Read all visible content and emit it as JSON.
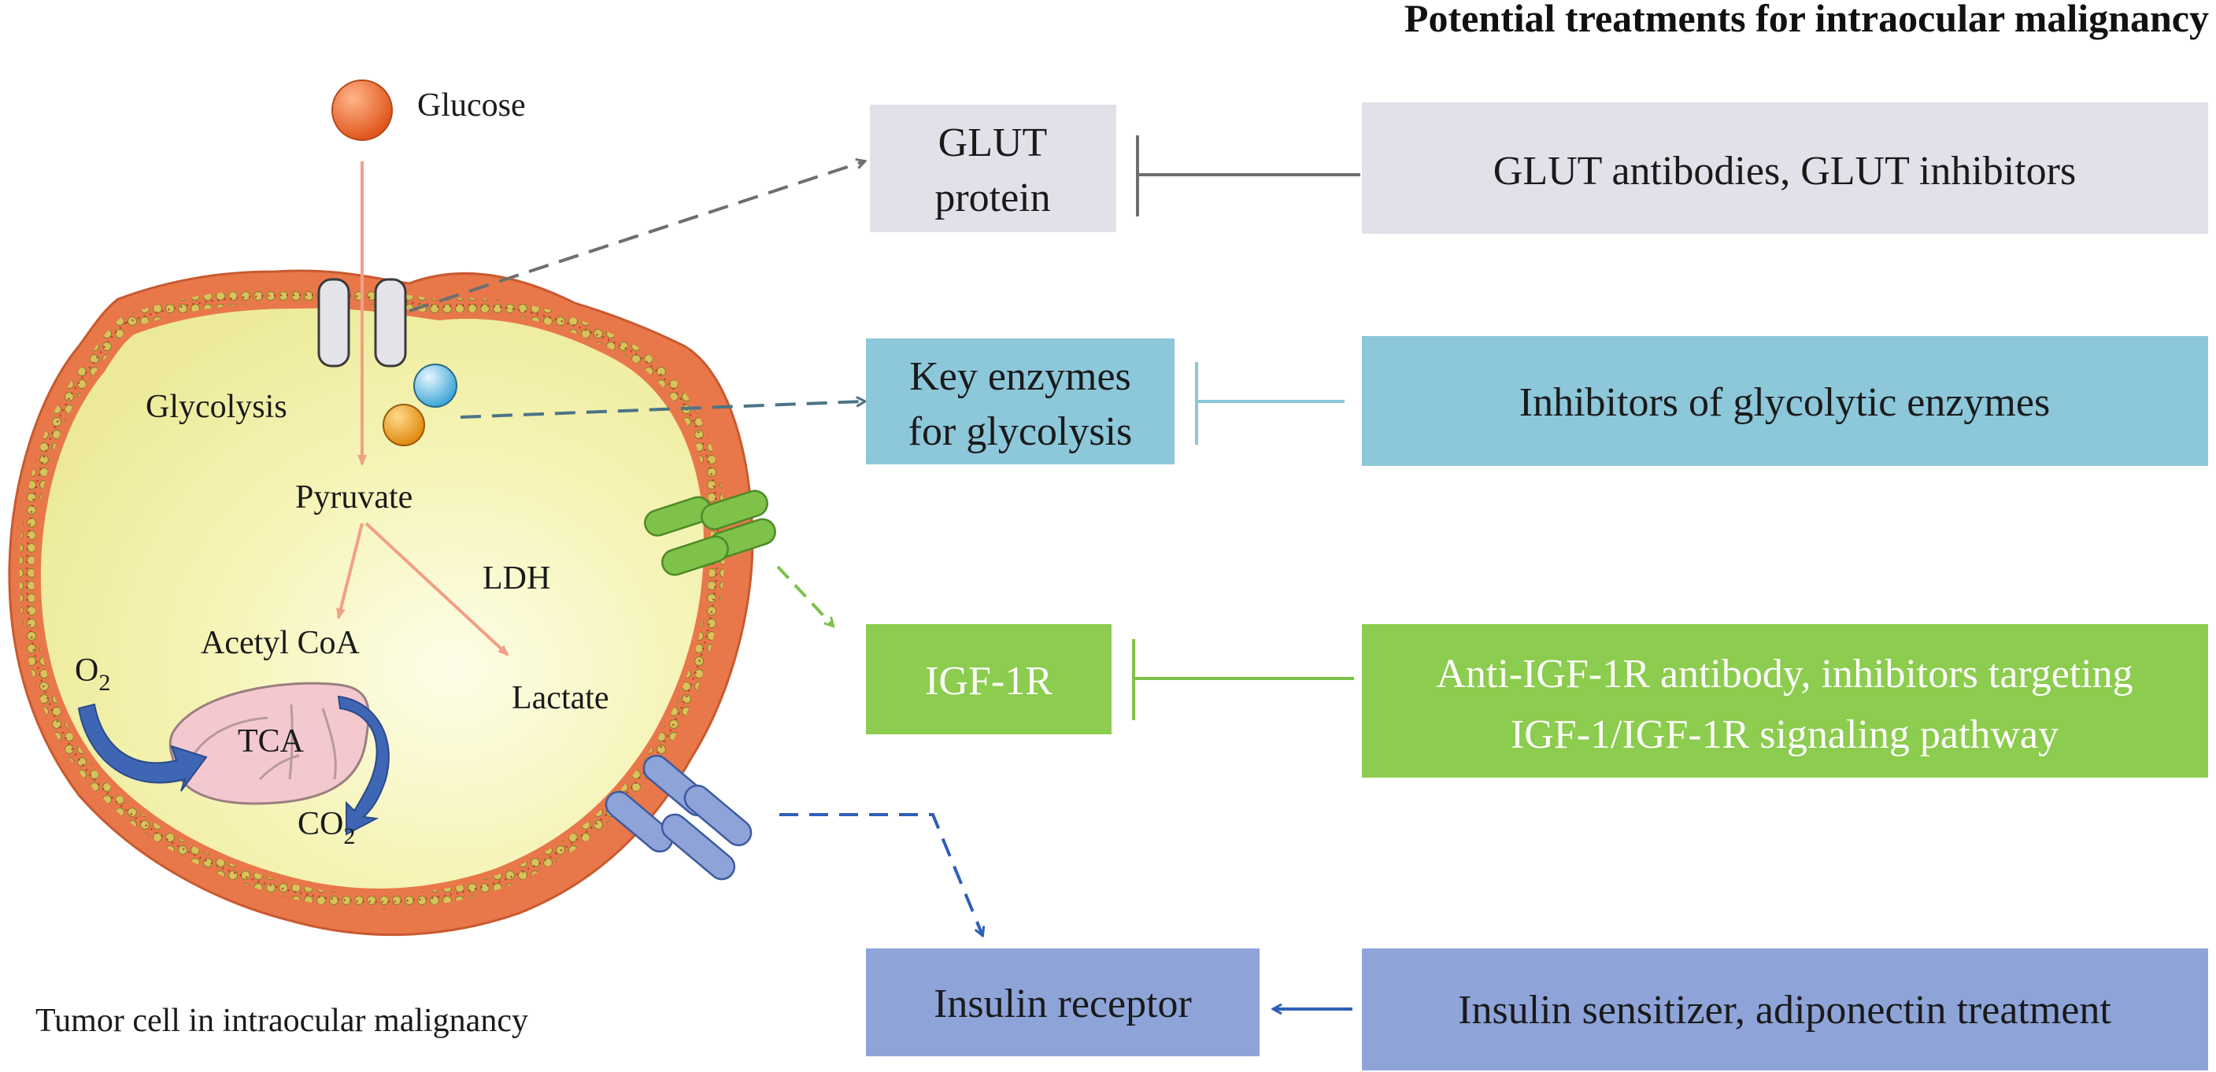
{
  "title": "Potential treatments for intraocular malignancy",
  "caption": "Tumor cell in intraocular malignancy",
  "cell_labels": {
    "glucose": "Glucose",
    "glycolysis": "Glycolysis",
    "pyruvate": "Pyruvate",
    "ldh": "LDH",
    "acetyl_coa": "Acetyl CoA",
    "lactate": "Lactate",
    "o2": "O",
    "o2_sub": "2",
    "tca": "TCA",
    "co2": "CO",
    "co2_sub": "2"
  },
  "targets": [
    {
      "id": "glut",
      "lines": [
        "GLUT",
        "protein"
      ],
      "color": "#e2e1ea",
      "text_color": "#1a1a1a"
    },
    {
      "id": "enzymes",
      "lines": [
        "Key enzymes",
        "for glycolysis"
      ],
      "color": "#8cc7da",
      "text_color": "#1a1a1a"
    },
    {
      "id": "igf1r",
      "lines": [
        "IGF-1R"
      ],
      "color": "#8ccc4e",
      "text_color": "#ffffff"
    },
    {
      "id": "insulin",
      "lines": [
        "Insulin receptor"
      ],
      "color": "#8ea4d9",
      "text_color": "#1a1a1a"
    }
  ],
  "treatments": [
    {
      "id": "glut",
      "lines": [
        "GLUT antibodies, GLUT inhibitors"
      ],
      "color": "#e2e1ea",
      "text_color": "#1a1a1a",
      "relation": "inhibits"
    },
    {
      "id": "enzymes",
      "lines": [
        "Inhibitors of glycolytic enzymes"
      ],
      "color": "#8cc7da",
      "text_color": "#1a1a1a",
      "relation": "inhibits"
    },
    {
      "id": "igf1r",
      "lines": [
        "Anti-IGF-1R antibody, inhibitors targeting",
        "IGF-1/IGF-1R signaling pathway"
      ],
      "color": "#8ccc4e",
      "text_color": "#ffffff",
      "relation": "inhibits"
    },
    {
      "id": "insulin",
      "lines": [
        "Insulin sensitizer, adiponectin treatment"
      ],
      "color": "#8ea4d9",
      "text_color": "#1a1a1a",
      "relation": "activates"
    }
  ],
  "colors": {
    "membrane_outer": "#e8784a",
    "membrane_bead": "#d9c25f",
    "cytoplasm": "#f3f1a6",
    "glucose": "#ee6a2a",
    "pathway_arrow": "#f0a085",
    "glut_link": "#6e6e6e",
    "enzyme_link": "#4d7486",
    "igf_link": "#7ec24a",
    "insulin_link": "#2f5fb8",
    "mito": "#f3c9cf",
    "o2_arrow": "#3f66b5"
  }
}
